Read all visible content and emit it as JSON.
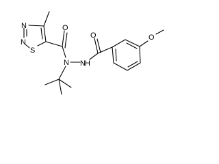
{
  "molecule": {
    "atoms": {
      "n1": "N",
      "n2": "N",
      "s1": "S",
      "o_amide1": "O",
      "n_hydrazide1": "N",
      "n_hydrazide2": "N",
      "h_nh": "H",
      "o_amide2": "O",
      "o_methoxy": "O"
    }
  }
}
